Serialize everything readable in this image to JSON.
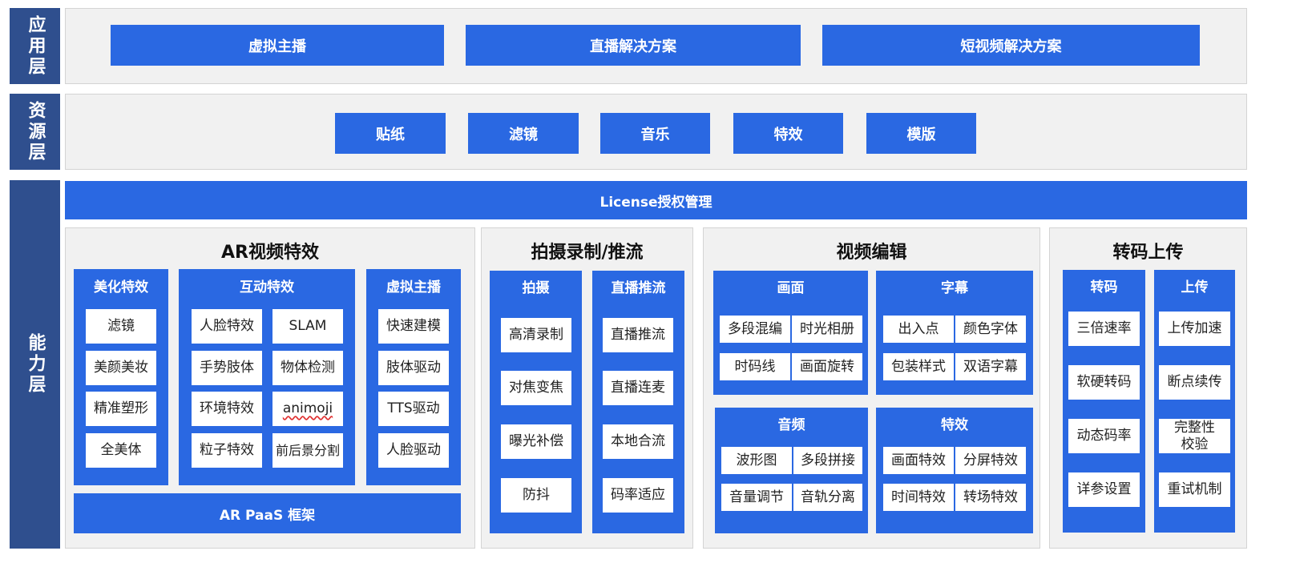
{
  "rows": {
    "app": "应用层",
    "resource": "资源层",
    "ability": "能力层"
  },
  "app_layer": [
    "虚拟主播",
    "直播解决方案",
    "短视频解决方案"
  ],
  "resource_layer": [
    "贴纸",
    "滤镜",
    "音乐",
    "特效",
    "模版"
  ],
  "license_bar": "License授权管理",
  "ar": {
    "title": "AR视频特效",
    "beauty": {
      "title": "美化特效",
      "items": [
        "滤镜",
        "美颜美妆",
        "精准塑形",
        "全美体"
      ]
    },
    "interactive": {
      "title": "互动特效",
      "items": [
        "人脸特效",
        "SLAM",
        "手势肢体",
        "物体检测",
        "环境特效",
        "animoji",
        "粒子特效",
        "前后景分割"
      ]
    },
    "virtual": {
      "title": "虚拟主播",
      "items": [
        "快速建模",
        "肢体驱动",
        "TTS驱动",
        "人脸驱动"
      ]
    },
    "paas": "AR PaaS 框架"
  },
  "capture": {
    "title": "拍摄录制/推流",
    "shoot": {
      "title": "拍摄",
      "items": [
        "高清录制",
        "对焦变焦",
        "曝光补偿",
        "防抖"
      ]
    },
    "live": {
      "title": "直播推流",
      "items": [
        "直播推流",
        "直播连麦",
        "本地合流",
        "码率适应"
      ]
    }
  },
  "edit": {
    "title": "视频编辑",
    "picture": {
      "title": "画面",
      "items": [
        "多段混编",
        "时光相册",
        "时码线",
        "画面旋转"
      ]
    },
    "subtitle": {
      "title": "字幕",
      "items": [
        "出入点",
        "颜色字体",
        "包装样式",
        "双语字幕"
      ]
    },
    "audio": {
      "title": "音频",
      "items": [
        "波形图",
        "多段拼接",
        "音量调节",
        "音轨分离"
      ]
    },
    "effects": {
      "title": "特效",
      "items": [
        "画面特效",
        "分屏特效",
        "时间特效",
        "转场特效"
      ]
    }
  },
  "transcode": {
    "title": "转码上传",
    "transcode": {
      "title": "转码",
      "items": [
        "三倍速率",
        "软硬转码",
        "动态码率",
        "详参设置"
      ]
    },
    "upload": {
      "title": "上传",
      "items": [
        "上传加速",
        "断点续传",
        "完整性\n校验",
        "重试机制"
      ]
    }
  },
  "colors": {
    "accent_blue": "#2a68e2",
    "label_navy": "#2f4f8e",
    "panel_gray": "#f1f1f1"
  }
}
